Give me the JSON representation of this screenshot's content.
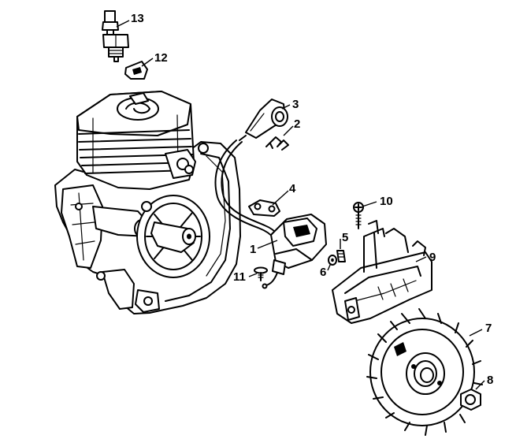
{
  "callouts": [
    {
      "id": "p1",
      "label": "1"
    },
    {
      "id": "p2",
      "label": "2"
    },
    {
      "id": "p3",
      "label": "3"
    },
    {
      "id": "p4",
      "label": "4"
    },
    {
      "id": "p5",
      "label": "5"
    },
    {
      "id": "p6",
      "label": "6"
    },
    {
      "id": "p7",
      "label": "7"
    },
    {
      "id": "p8",
      "label": "8"
    },
    {
      "id": "p9",
      "label": "9"
    },
    {
      "id": "p10",
      "label": "10"
    },
    {
      "id": "p11",
      "label": "11"
    },
    {
      "id": "p12",
      "label": "12"
    },
    {
      "id": "p13",
      "label": "13"
    }
  ]
}
